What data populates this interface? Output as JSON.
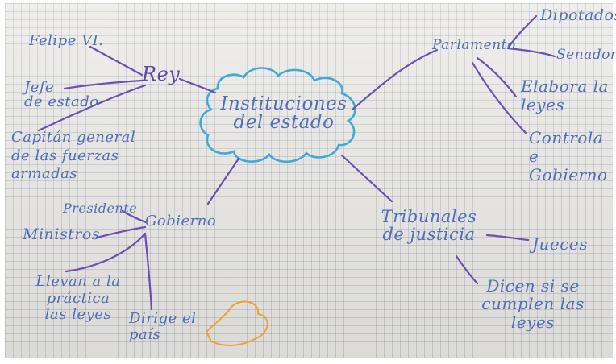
{
  "colors": {
    "ink_blue": "#4f6fb7",
    "ink_purple": "#6a50b0",
    "cloud_blue": "#3fa9d8",
    "heart_orange": "#f0a030",
    "paper": "#e9e8e4"
  },
  "center": {
    "text": "Instituciones\ndel estado"
  },
  "rey": {
    "label": "Rey",
    "items": [
      "Felipe VI.",
      "Jefe\nde estado",
      "Capitán general\nde las fuerzas\narmadas"
    ]
  },
  "parlamento": {
    "label": "Parlamento",
    "items": [
      "Dipotados",
      "Senadore",
      "Elabora la\nleyes",
      "Controla e\nGobierno"
    ]
  },
  "gobierno": {
    "label": "Gobierno",
    "items": [
      "Presidente",
      "Ministros",
      "Llevan a la\npráctica\nlas leyes",
      "Dirige el\npaís"
    ]
  },
  "tribunales": {
    "label": "Tribunales\nde justicia",
    "items": [
      "Jueces",
      "Dicen si se\ncumplen las\nleyes"
    ]
  },
  "decoration": {
    "heart": "heart-icon"
  }
}
